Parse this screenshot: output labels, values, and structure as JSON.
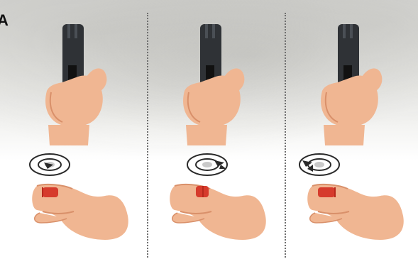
{
  "image": {
    "corner_text": "A",
    "panels": [
      {
        "name": "panel-1",
        "target_state": "center"
      },
      {
        "name": "panel-2",
        "target_state": "right"
      },
      {
        "name": "panel-3",
        "target_state": "left"
      }
    ],
    "colors": {
      "skin": "#f0b692",
      "skin_shadow": "#d9906a",
      "gun": "#2f3236",
      "gun_highlight": "#4a4f55",
      "marker": "#d63b2c",
      "divider": "#6f6f6f"
    }
  }
}
